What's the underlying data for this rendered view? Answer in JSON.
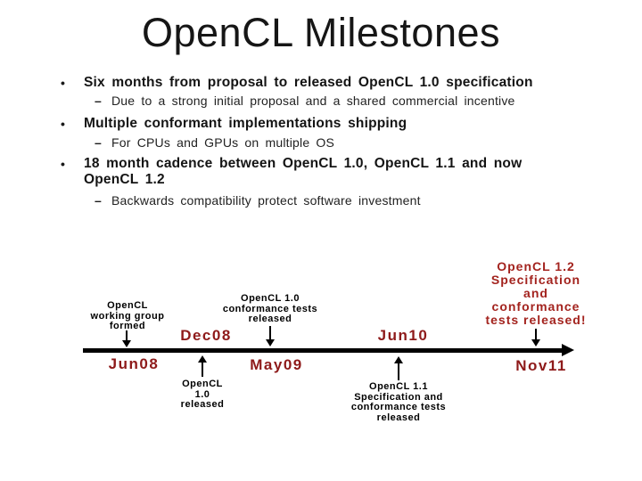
{
  "slide": {
    "title": "OpenCL Milestones",
    "markers": {
      "level1": "•",
      "level2": "–"
    },
    "bullets": [
      {
        "text": "Six months from proposal to released OpenCL 1.0 specification"
      },
      {
        "text": "Due to a strong initial proposal and a shared commercial incentive"
      },
      {
        "text": "Multiple conformant implementations shipping"
      },
      {
        "text": "For CPUs and GPUs on multiple OS"
      },
      {
        "text": "18 month cadence between OpenCL 1.0, OpenCL 1.1 and now\nOpenCL 1.2"
      },
      {
        "text": "Backwards compatibility protect software investment"
      }
    ]
  },
  "timeline": {
    "events": {
      "working_group": "OpenCL\nworking group\nformed",
      "opencl10_released": "OpenCL\n1.0\nreleased",
      "conformance10": "OpenCL 1.0\nconformance tests\nreleased",
      "spec11": "OpenCL 1.1\nSpecification and\nconformance tests\nreleased",
      "spec12": "OpenCL 1.2\nSpecification\nand\nconformance\ntests released!"
    },
    "dates": {
      "jun08": "Jun08",
      "dec08": "Dec08",
      "may09": "May09",
      "jun10": "Jun10",
      "nov11": "Nov11"
    }
  },
  "colors": {
    "date_red": "#8e1a1a",
    "highlight_red": "#a3231e",
    "text_black": "#1a1a1a"
  }
}
